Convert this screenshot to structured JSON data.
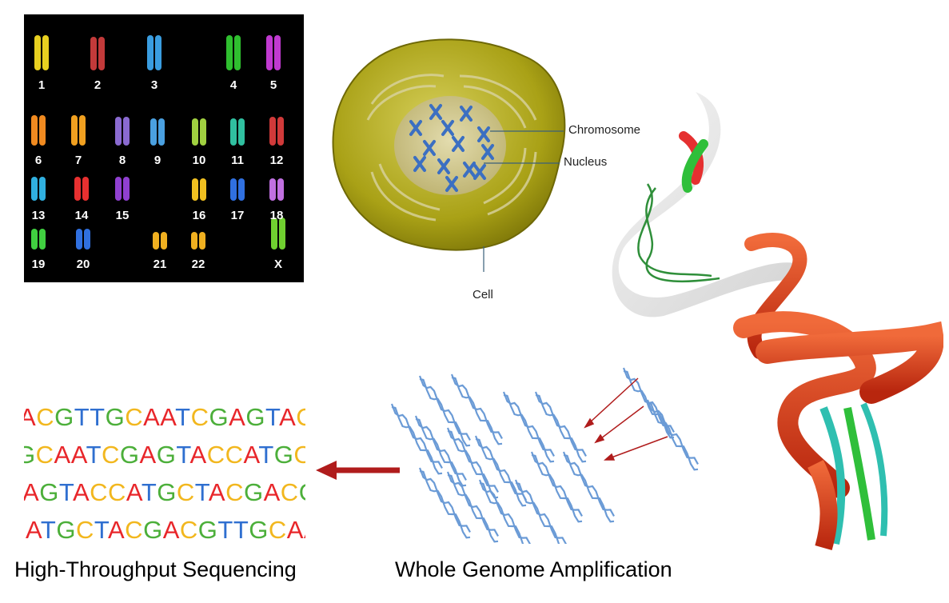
{
  "karyotype": {
    "labels": [
      "1",
      "2",
      "3",
      "4",
      "5",
      "6",
      "7",
      "8",
      "9",
      "10",
      "11",
      "12",
      "13",
      "14",
      "15",
      "16",
      "17",
      "18",
      "19",
      "20",
      "21",
      "22",
      "X"
    ]
  },
  "cell": {
    "chromosome_label": "Chromosome",
    "nucleus_label": "Nucleus",
    "cell_label": "Cell"
  },
  "sequencing": {
    "lines": [
      "ACGTTGCAATCGAGTACC",
      "GCAATCGAGTACCATGCTA",
      "AGTACCATGCTACGACGT",
      "ATGCTACGACGTTGCAAT"
    ],
    "colors": {
      "A": "#e8262a",
      "C": "#f2b71e",
      "G": "#4caf3a",
      "T": "#2f6fd0"
    }
  },
  "captions": {
    "sequencing": "High-Throughput Sequencing",
    "amplification": "Whole Genome Amplification"
  },
  "colors": {
    "cell_fill": "#a9a116",
    "nucleus_fill": "#c9bf80",
    "chromosome_blue": "#3b6fc2",
    "dna_strand": "#6b9bd6",
    "arrow_red": "#b01c1c",
    "helix_red": "#d93a1c"
  }
}
